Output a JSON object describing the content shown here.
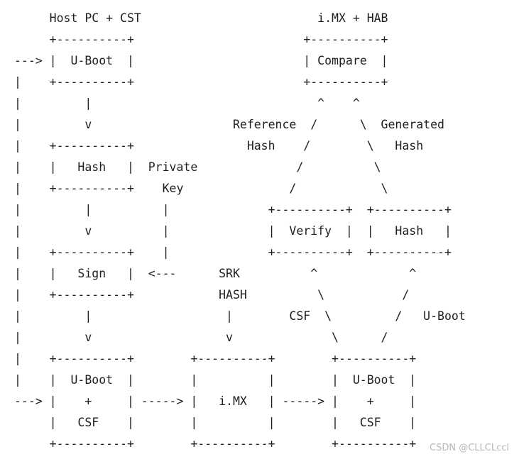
{
  "diagram": {
    "lines": [
      "     Host PC + CST                         i.MX + HAB",
      "     +----------+                        +----------+",
      "---> |  U-Boot  |                        | Compare  |",
      "|    +----------+                        +----------+",
      "|         |                                ^    ^",
      "|         v                    Reference  /      \\  Generated",
      "|    +----------+                Hash    /        \\   Hash",
      "|    |   Hash   |  Private              /          \\",
      "|    +----------+    Key               /            \\",
      "|         |          |              +----------+  +----------+",
      "|         v          |              |  Verify  |  |   Hash   |",
      "|    +----------+    |              +----------+  +----------+",
      "|    |   Sign   |  <---      SRK          ^             ^",
      "|    +----------+            HASH          \\           /",
      "|         |                   |        CSF  \\         /   U-Boot",
      "|         v                   v              \\      /",
      "|    +----------+        +----------+        +----------+",
      "|    |  U-Boot  |        |          |        |  U-Boot  |",
      "---> |    +     | -----> |   i.MX   | -----> |    +     |",
      "     |   CSF    |        |          |        |   CSF    |",
      "     +----------+        +----------+        +----------+"
    ]
  },
  "watermark": {
    "text": "CSDN @CLLCLccl"
  }
}
